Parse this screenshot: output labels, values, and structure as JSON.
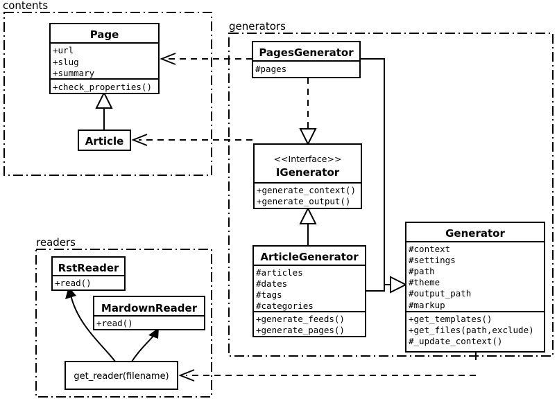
{
  "diagram": {
    "kind": "uml-class-diagram",
    "packages": [
      {
        "id": "contents",
        "label": "contents"
      },
      {
        "id": "generators",
        "label": "generators"
      },
      {
        "id": "readers",
        "label": "readers"
      }
    ],
    "classes": [
      {
        "id": "page",
        "name": "Page",
        "stereotype": "",
        "attributes": [
          "+url",
          "+slug",
          "+summary"
        ],
        "methods": [
          "+check_properties()"
        ]
      },
      {
        "id": "article",
        "name": "Article",
        "stereotype": "",
        "attributes": [],
        "methods": []
      },
      {
        "id": "pages-generator",
        "name": "PagesGenerator",
        "stereotype": "",
        "attributes": [
          "#pages"
        ],
        "methods": []
      },
      {
        "id": "igenerator",
        "name": "IGenerator",
        "stereotype": "<<Interface>>",
        "attributes": [],
        "methods": [
          "+generate_context()",
          "+generate_output()"
        ]
      },
      {
        "id": "article-generator",
        "name": "ArticleGenerator",
        "stereotype": "",
        "attributes": [
          "#articles",
          "#dates",
          "#tags",
          "#categories"
        ],
        "methods": [
          "+generate_feeds()",
          "+generate_pages()"
        ]
      },
      {
        "id": "generator",
        "name": "Generator",
        "stereotype": "",
        "attributes": [
          "#context",
          "#settings",
          "#path",
          "#theme",
          "#output_path",
          "#markup"
        ],
        "methods": [
          "+get_templates()",
          "+get_files(path,exclude)",
          "#_update_context()"
        ]
      },
      {
        "id": "rst-reader",
        "name": "RstReader",
        "stereotype": "",
        "attributes": [],
        "methods": [
          "+read()"
        ]
      },
      {
        "id": "mardown-reader",
        "name": "MardownReader",
        "stereotype": "",
        "attributes": [],
        "methods": [
          "+read()"
        ]
      }
    ],
    "functions": [
      {
        "id": "get-reader",
        "label": "get_reader(filename)"
      }
    ],
    "relationships": [
      {
        "from": "article",
        "to": "page",
        "type": "generalization"
      },
      {
        "from": "pages-generator",
        "to": "page",
        "type": "dependency"
      },
      {
        "from": "article-generator",
        "to": "article",
        "type": "dependency"
      },
      {
        "from": "pages-generator",
        "to": "igenerator",
        "type": "realization"
      },
      {
        "from": "article-generator",
        "to": "igenerator",
        "type": "generalization"
      },
      {
        "from": "pages-generator",
        "to": "generator",
        "type": "generalization"
      },
      {
        "from": "article-generator",
        "to": "generator",
        "type": "generalization"
      },
      {
        "from": "generator",
        "to": "get-reader",
        "type": "dependency"
      },
      {
        "from": "get-reader",
        "to": "rst-reader",
        "type": "association"
      },
      {
        "from": "get-reader",
        "to": "mardown-reader",
        "type": "association"
      }
    ],
    "colors": {
      "stroke": "#000000",
      "fill": "#ffffff",
      "background": "#ffffff"
    }
  }
}
